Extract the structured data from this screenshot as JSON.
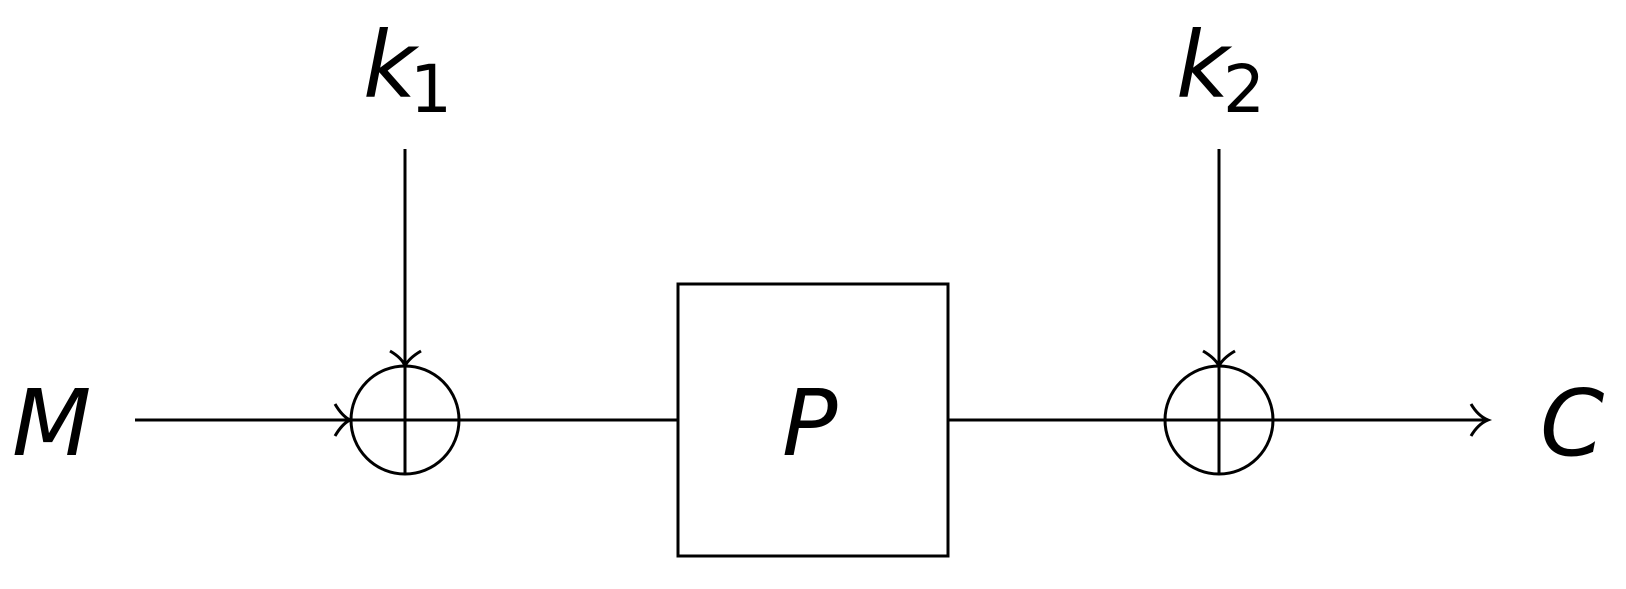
{
  "diagram": {
    "input": "M",
    "output": "C",
    "permutation": "P",
    "key1": {
      "base": "k",
      "sub": "1"
    },
    "key2": {
      "base": "k",
      "sub": "2"
    }
  }
}
